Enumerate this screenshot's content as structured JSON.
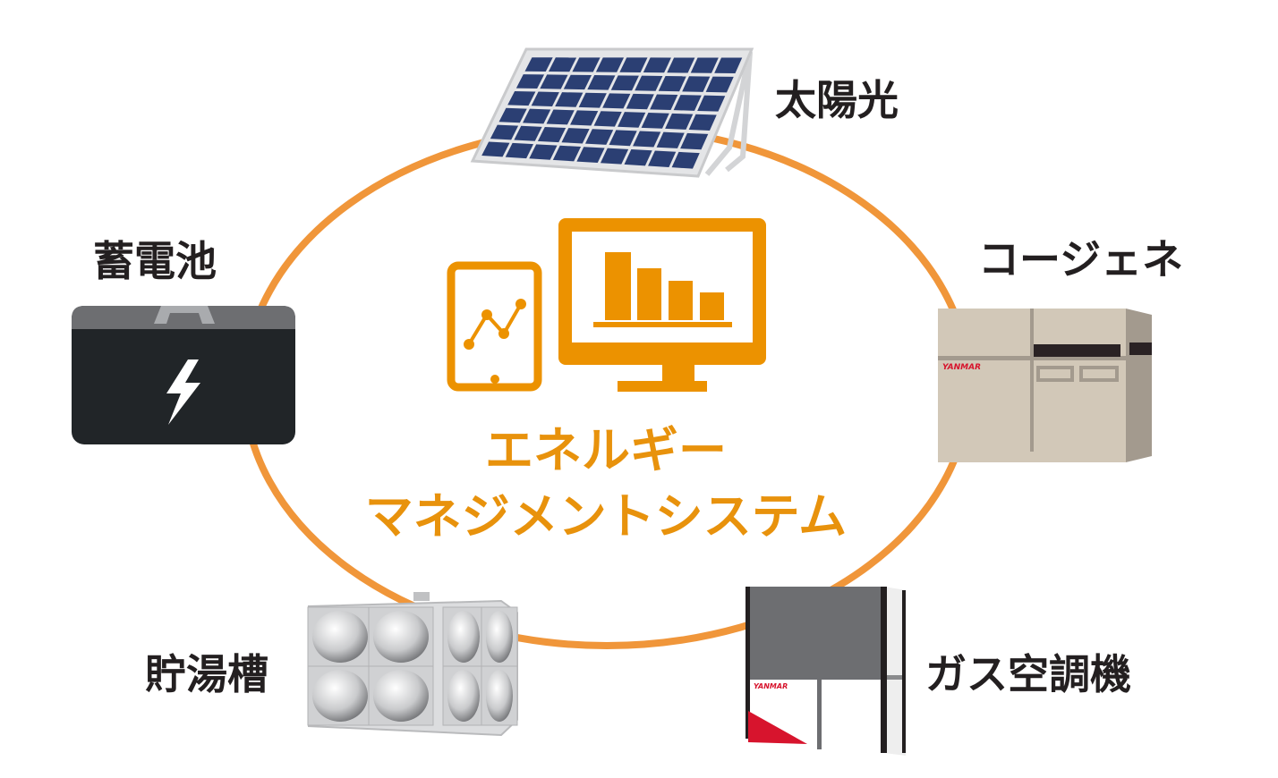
{
  "center": {
    "line1": "エネルギー",
    "line2": "マネジメントシステム"
  },
  "nodes": {
    "solar": "太陽光",
    "battery": "蓄電池",
    "cogeneration": "コージェネ",
    "hot_water_tank": "貯湯槽",
    "gas_ac": "ガス空調機"
  },
  "brand": "YANMAR",
  "colors": {
    "ring": "#f0963a",
    "accent": "#ec9200",
    "text": "#231f20",
    "brand": "#d7142d"
  }
}
